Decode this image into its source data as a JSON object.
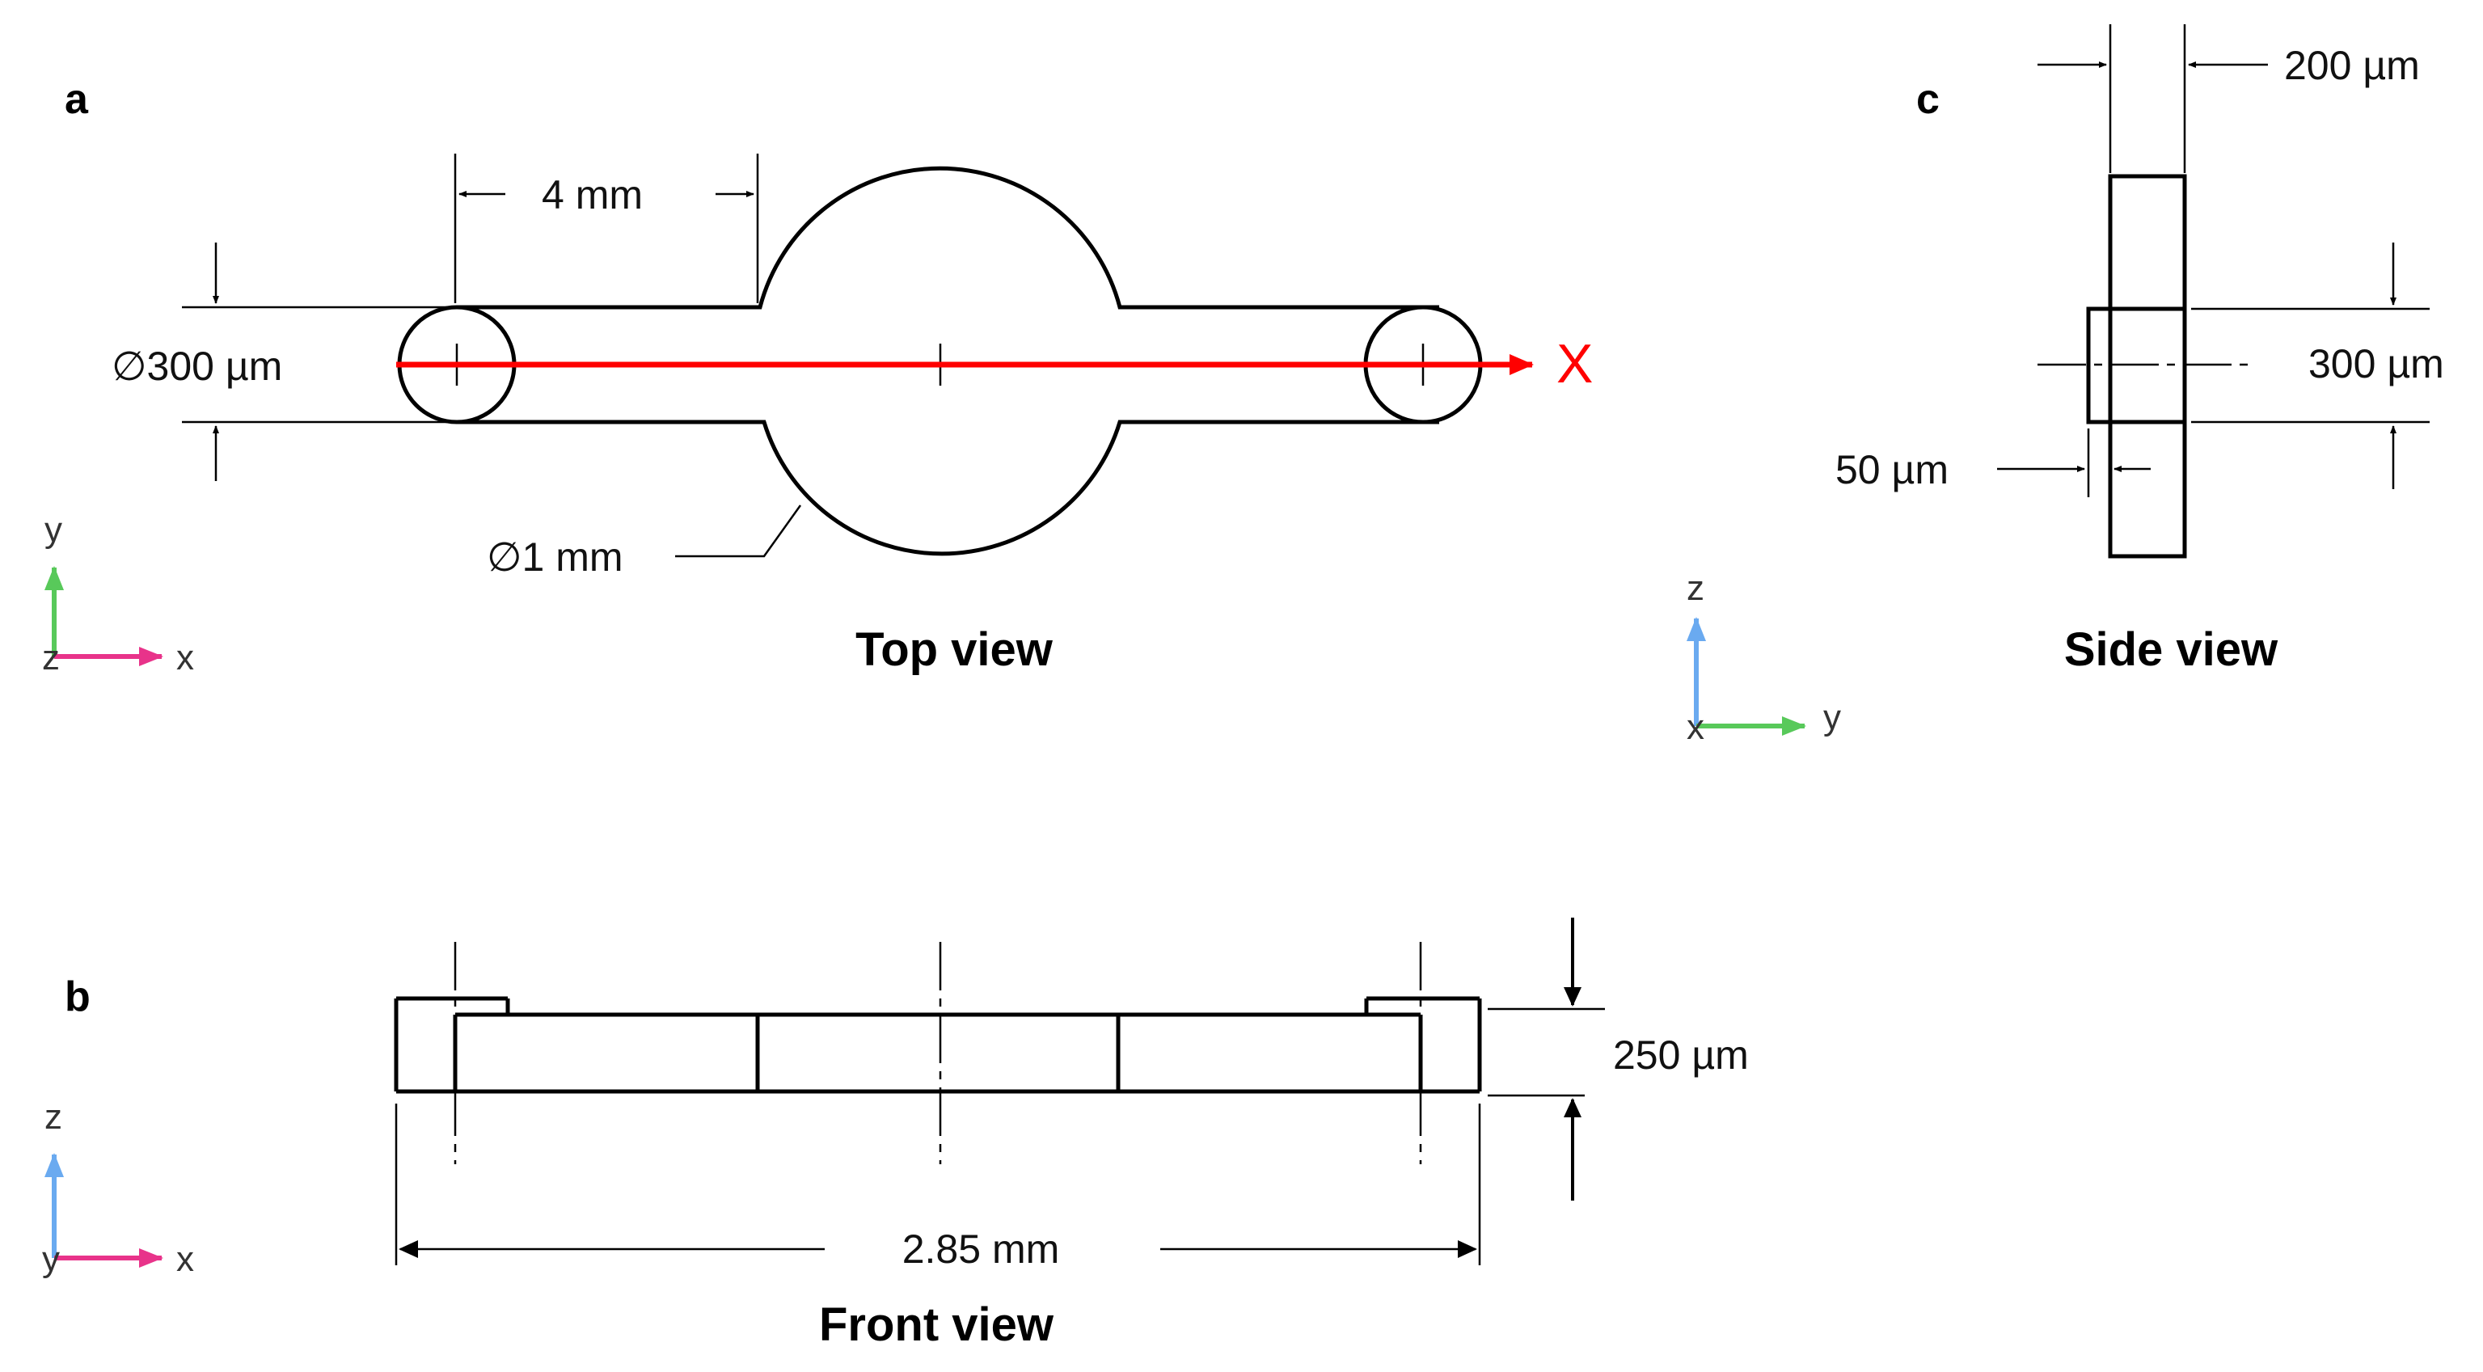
{
  "panels": {
    "a": "a",
    "b": "b",
    "c": "c"
  },
  "top_view": {
    "caption": "Top view",
    "dim_length": "4 mm",
    "dim_arm_diameter": "∅300 µm",
    "dim_hub_diameter": "∅1 mm",
    "axis_label": "X",
    "triad": {
      "vertical": "y",
      "horizontal": "x",
      "out": "z"
    }
  },
  "front_view": {
    "caption": "Front view",
    "dim_total_length": "2.85 mm",
    "dim_thickness": "250 µm",
    "triad": {
      "vertical": "z",
      "horizontal": "x",
      "out": "y"
    }
  },
  "side_view": {
    "caption": "Side view",
    "dim_width": "200 µm",
    "dim_height": "300 µm",
    "dim_offset": "50 µm",
    "triad": {
      "vertical": "z",
      "horizontal": "y",
      "out": "x"
    }
  },
  "colors": {
    "x_axis": "#e8338a",
    "y_axis": "#58c95a",
    "z_axis": "#6aaaf0",
    "highlight": "#ff0000"
  }
}
